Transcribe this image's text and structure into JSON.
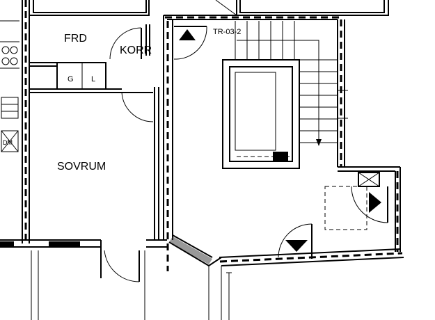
{
  "rooms": {
    "frd": "FRD",
    "korr": "KORR",
    "sovrum": "SOVRUM"
  },
  "fixtures": {
    "g": "G",
    "l": "L",
    "dm": "DM"
  },
  "stair_tag": "TR-03-2",
  "icons": [
    "door-swing-icon",
    "arrow-up-icon",
    "arrow-down-icon",
    "arrow-right-icon"
  ]
}
